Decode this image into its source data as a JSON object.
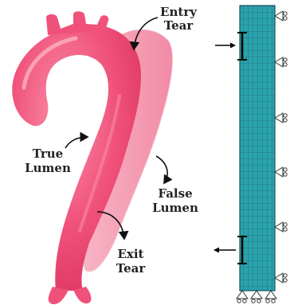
{
  "labels": {
    "entry_tear": [
      "Entry",
      "Tear"
    ],
    "true_lumen": [
      "True",
      "Lumen"
    ],
    "false_lumen": [
      "False",
      "Lumen"
    ],
    "exit_tear": [
      "Exit",
      "Tear"
    ]
  },
  "colors": {
    "true_lumen": "#f0517a",
    "true_lumen_highlight": "#f98aa6",
    "false_lumen": "#f6a8bb",
    "mesh_fill": "#2aa3ad",
    "mesh_line": "#1a5f68",
    "text": "#222222",
    "arrow": "#111111"
  },
  "icons": {
    "load_arrow": "left-arrow-icon",
    "support": "triangle-roller-support-icon",
    "pointer": "curved-arrow-icon"
  }
}
